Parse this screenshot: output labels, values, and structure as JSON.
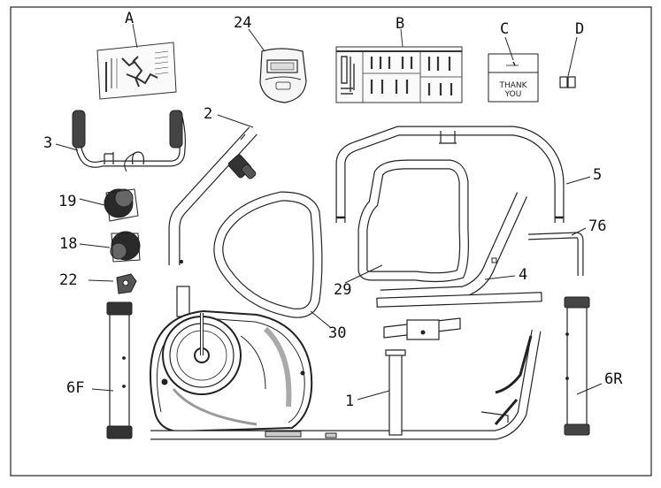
{
  "labels": {
    "A": "A",
    "B": "B",
    "C": "C",
    "D": "D",
    "24": "24",
    "2": "2",
    "3": "3",
    "5": "5",
    "76": "76",
    "19": "19",
    "18": "18",
    "22": "22",
    "29": "29",
    "4": "4",
    "30": "30",
    "6F": "6F",
    "1": "1",
    "6R": "6R"
  },
  "card_text": {
    "line1": "THANK",
    "line2": "YOU"
  }
}
